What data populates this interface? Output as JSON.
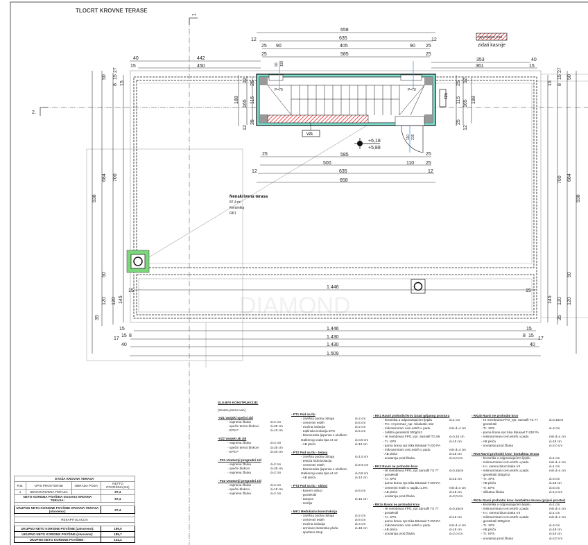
{
  "title": "TLOCRT KROVNE TERASE",
  "axes": {
    "horizontal": "2.",
    "vertical": "1"
  },
  "legend": {
    "swatch_label": "nepostojeći pod",
    "note": "zidati kasnije"
  },
  "room_label": {
    "name": "Nenakrivena terasa",
    "area": "87,4 m²",
    "finish": "Keramika",
    "code": "RK1"
  },
  "elevation": {
    "top": "+6,18",
    "bottom": "+5,88"
  },
  "tags": {
    "vz1_a": "VZ1",
    "vz1_b": "VZ1",
    "p70_a": "P=70",
    "p70_b": "P=70"
  },
  "watermark": "DIAMOND",
  "dims": [
    "658",
    "635",
    "12",
    "12",
    "25",
    "90",
    "405",
    "90",
    "25",
    "25",
    "585",
    "25",
    "40",
    "442",
    "15",
    "450",
    "353",
    "40",
    "361",
    "15",
    "585",
    "25",
    "25",
    "500",
    "110",
    "25",
    "12",
    "635",
    "12",
    "658",
    "15",
    "1.446",
    "15",
    "15",
    "1.446",
    "15",
    "17",
    "15",
    "8",
    "1.430",
    "8",
    "15",
    "17",
    "40",
    "1.430",
    "40",
    "1.509",
    "938",
    "684",
    "700",
    "700",
    "684",
    "938",
    "188",
    "165",
    "115",
    "25",
    "25",
    "12",
    "12",
    "188",
    "165",
    "115",
    "25",
    "25",
    "12",
    "12",
    "50",
    "27",
    "15",
    "8",
    "15",
    "50",
    "27",
    "15",
    "8",
    "15",
    "50",
    "120",
    "35",
    "145",
    "120",
    "50",
    "120",
    "35",
    "145",
    "120",
    "90",
    "150",
    "110",
    "215"
  ],
  "layers": {
    "heading": "SLOJEVI KONSTRUKCIJE:",
    "note": "(Iznutra prema van)",
    "columns": [
      [
        {
          "title": "-VZ1 Vanjski opečni zid",
          "items": [
            [
              "- vapnena žbuka",
              "d=2 cm"
            ],
            [
              "- opečni termo blokovi",
              "d=25 cm"
            ],
            [
              "- EPS F",
              "d=10 cm"
            ]
          ]
        },
        {
          "title": "-VZ2 Vanjski ab zid",
          "items": [
            [
              "- vapnena žbuka",
              "d=2 cm"
            ],
            [
              "- opečni termo blokovi",
              "d=25 cm"
            ],
            [
              "- EPS F",
              "d=20 cm"
            ]
          ]
        },
        {
          "title": "- PZ1 Unutarnji pregradni zid",
          "items": [
            [
              "- vapnena žbuka",
              "d=2 cm"
            ],
            [
              "- opečni blokovi",
              "d=25 cm"
            ],
            [
              "- vapnena žbuka",
              "d=2 cm"
            ]
          ]
        },
        {
          "title": "- PZ2 Unutarnji pregradni zid",
          "items": [
            [
              "- vapnena žbuka",
              "d=2 cm"
            ],
            [
              "- opečni blokovi",
              "d=10 cm"
            ],
            [
              "- vapnena žbuka",
              "d=2 cm"
            ]
          ]
        }
      ],
      [
        {
          "title": "- PT1 Pod na tlu",
          "items": [
            [
              "- završna podna obloga",
              "d=2 cm"
            ],
            [
              "- cementni estrih",
              "d=6 cm"
            ],
            [
              "- zvučna izolacija",
              "d=2 cm"
            ],
            [
              "- toplinska izolacija EPS",
              "d=5 cm"
            ],
            [
              "- bitumenska ljepenka s uloškom",
              ""
            ],
            [
              "  staklenog voala tipa v4 x2",
              "d=0,8 cm"
            ],
            [
              "- AB ploča",
              "d=12 cm"
            ]
          ]
        },
        {
          "title": "- PT2 Pod na tlu - terasa",
          "items": [
            [
              "- završna podna obloga",
              "d=1,5 cm"
            ],
            [
              "- tekuća hidroizolacija",
              ""
            ],
            [
              "- cementni estrih",
              "d=5-8 cm"
            ],
            [
              "- bitumenska ljepenka s uloškom",
              ""
            ],
            [
              "  staklenog voala tipa v4 x2",
              "d=0,8 cm"
            ],
            [
              "- AB ploča",
              "d=12 cm"
            ]
          ]
        },
        {
          "title": "- PT3 Pod na tlu - obloci",
          "items": [
            [
              "- kameni obluci",
              "d=6 cm"
            ],
            [
              "- geotekstil",
              ""
            ],
            [
              "- tampon",
              "d=15 cm"
            ],
            [
              "- zemlja",
              ""
            ]
          ]
        },
        {
          "title": "- MK1 Međukatna konstrukcija",
          "items": [
            [
              "- završna podna obloga",
              "d=2 cm"
            ],
            [
              "- cementni estrih",
              "d=6 cm"
            ],
            [
              "- zvučna izolacija",
              "d=4 cm"
            ],
            [
              "- armirano-betonska ploča",
              "d=18 cm"
            ],
            [
              "- spušteni strop",
              ""
            ]
          ]
        }
      ],
      [
        {
          "title": "- RK1 Ravni prohodni krov iznad grijanog prostora",
          "items": [
            [
              "- keramika u odgovarajućem ljepilu",
              "d=1 cm"
            ],
            [
              "- P.C. HI premaz_npr. Sikalastic 152",
              ""
            ],
            [
              "- mikroarmirani cem.estrih u padu",
              "min d=4 cm"
            ],
            [
              "- zaštitni geotekstil 300g/m2",
              ""
            ],
            [
              "- HI membrana FPO_npr. Sarnafil TG 66",
              "d=0,15 cm"
            ],
            [
              "- T.I. XPS",
              "d=15 cm"
            ],
            [
              "- parna brana npr.Sika Bitusaal T-230 PA",
              ""
            ],
            [
              "- mikroarmirani cem.estrih u padu",
              "min d=4 cm"
            ],
            [
              "- AB ploča",
              "d=18 cm"
            ],
            [
              "- unutarnja prod.žbuka",
              "d=2,0 cm"
            ]
          ]
        },
        {
          "title": "- RK2 Ravni ne prohodni krov",
          "items": [
            [
              "- HI membrana FPO_npr.Sarnafil TS 77",
              "d=0,15cm"
            ],
            [
              "- geotekstil",
              ""
            ],
            [
              "- T.I. XPS",
              "d=15 cm"
            ],
            [
              "- parna brana npr.Sika Bitusaal T-230 PA",
              ""
            ],
            [
              "- cementni estrih u nagibu 1,5%",
              "min d=4 cm"
            ],
            [
              "- AB ploča",
              "d=18 cm"
            ],
            [
              "- unutarnja prod.žbuka",
              "d=2,0 cm"
            ]
          ]
        },
        {
          "title": "- RK2a Ravni ne prohodni krov",
          "items": [
            [
              "- HI membrana FPO_npr.Sarnafil TS 77",
              "d=0,15cm"
            ],
            [
              "- geotekstil",
              ""
            ],
            [
              "- T.I. XPS",
              "d=15 cm"
            ],
            [
              "- parna brana npr.Sika Bitusaal T-230 PA",
              ""
            ],
            [
              "- mikroarmirani cem.estrih u padu",
              "min d=4 cm"
            ],
            [
              "- AB ploča",
              "d=18 cm"
            ],
            [
              "- unutarnja prod.žbuka",
              "d=2,0 cm"
            ]
          ]
        }
      ],
      [
        {
          "title": "- RK2b Ravni ne prohodni krov",
          "items": [
            [
              "- HI membrana FPO_npr. Sarnafil TS 77",
              "d=0,15cm"
            ],
            [
              "- geotekstil",
              ""
            ],
            [
              "- T.I. XPS",
              "d=4 cm"
            ],
            [
              "- parna brana npr.Sika Bitusaal T-230 PA",
              ""
            ],
            [
              "- mikroarmirani cem.estrih u padu",
              "min d=4 cm"
            ],
            [
              "- AB ploča",
              "d=18 cm"
            ],
            [
              "- unutarnja prod.žbuka",
              "d=2,0 cm"
            ]
          ]
        },
        {
          "title": "- RK3 Ravni prohodni krov- kontaktna terasa",
          "items": [
            [
              "- keramika u odgovarajućem ljepilu",
              "d=1 cm"
            ],
            [
              "- mikroarmirani cem.estrih u padu",
              "min d=4 cm"
            ],
            [
              "- H.I. varena bitum.traka V4",
              "d=1 cm"
            ],
            [
              "- mikroarmirani cem.estrih u padu",
              "min d=4 cm"
            ],
            [
              "- geotekstil 300g/m2",
              ""
            ],
            [
              "- T.I. XPS",
              "d=4 cm"
            ],
            [
              "- AB ploča",
              "d=18 cm"
            ],
            [
              "- T.I. EPS",
              "d=5 cm"
            ],
            [
              "- silikatna žbuka",
              "d=1,0 cm"
            ]
          ]
        },
        {
          "title": "- RK3a Ravni prohodni krov- kontaktna terasa (grijani prostor)",
          "items": [
            [
              "- keramika u odgovarajućem ljepilu",
              "d=1 cm"
            ],
            [
              "- mikroarmirani cem.estrih u padu",
              "min d=4 cm"
            ],
            [
              "- H.I. varena bitum.traka V4",
              "d=1 cm"
            ],
            [
              "- mikroarmirani cem.estrih u padu",
              "min d=4 cm"
            ],
            [
              "- geotekstil 300g/m2",
              ""
            ],
            [
              "- T.I. XPS",
              "d=4 cm"
            ],
            [
              "- AB ploča",
              "d=18 cm"
            ],
            [
              "- T.I. EPS",
              "d=10 cm"
            ],
            [
              "- unutarnja prod.žbuka",
              "d=2,0 cm"
            ]
          ]
        }
      ]
    ]
  },
  "area_table": {
    "title": "ETAŽA KROVNA TERASA",
    "headers": [
      "R.B.",
      "OPIS PROSTORIJE",
      "OBRADA PODA",
      "NETTO POVRŠINA(m2)"
    ],
    "rows": [
      [
        "1",
        "NENATKRIVENA TERASA",
        "",
        "87,4"
      ]
    ],
    "subtotal_label": "NETO KORISNA POVŠINA otvoreno KROVNA TERASA:",
    "subtotal_value": "87,4",
    "total_label": "UKUPNO NETO KORISNE POVŠINE KROVNA TERASA (otvoreno):",
    "total_value": "87,4",
    "recap_title": "REKAPITULACIJA",
    "recap": [
      {
        "label": "UKUPNO NETO KORISNE POVŠINE  (zatvoreno):",
        "value": "189,0"
      },
      {
        "label": "UKUPNO NETO KORISNE POVŠINE  (otvoreno):",
        "value": "185,7"
      },
      {
        "label": "UKUPNO NETO KORISNE POVŠINE -",
        "value": "124,2"
      }
    ]
  },
  "colors": {
    "insulation": "#7fe0cf",
    "hatch": "#e8222a",
    "accent_blue": "#3a9ae8",
    "drain_green": "#7cd67c",
    "dim_text": "#c08000"
  }
}
